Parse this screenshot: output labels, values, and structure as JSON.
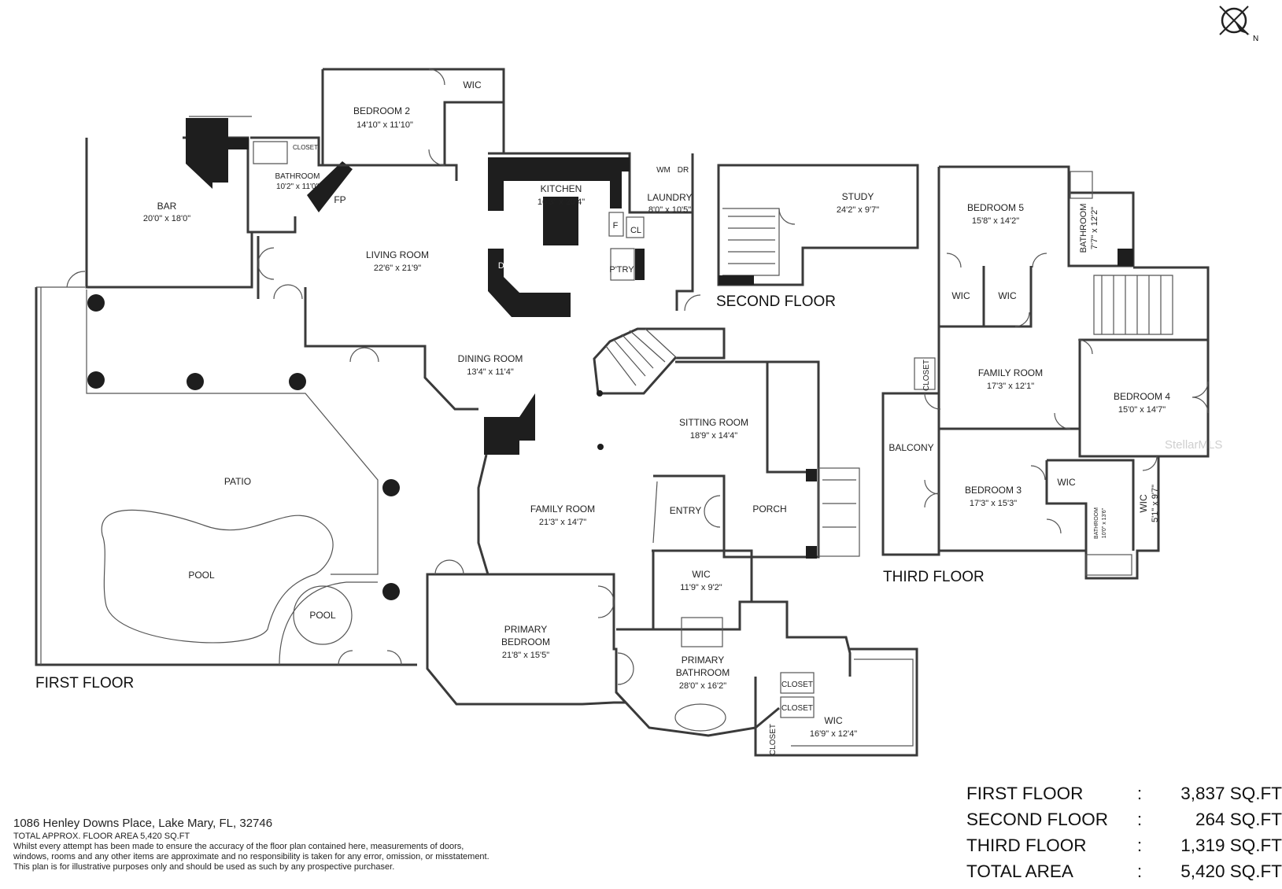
{
  "floors": {
    "first": "FIRST FLOOR",
    "second": "SECOND FLOOR",
    "third": "THIRD FLOOR"
  },
  "rooms": {
    "bedroom2": {
      "name": "BEDROOM 2",
      "dim": "14'10\" x 11'10\""
    },
    "wic_b2": {
      "name": "WIC"
    },
    "bar": {
      "name": "BAR",
      "dim": "20'0\" x 18'0\""
    },
    "bathroom1": {
      "name": "BATHROOM",
      "dim": "10'2\" x 11'0\""
    },
    "closet1": {
      "name": "CLOSET"
    },
    "fp": {
      "name": "FP"
    },
    "kitchen": {
      "name": "KITCHEN",
      "dim": "16'3\" x 20'4\""
    },
    "laundry": {
      "name": "LAUNDRY",
      "dim": "8'0\" x 10'5\""
    },
    "wm": {
      "name": "WM"
    },
    "dr": {
      "name": "DR"
    },
    "f": {
      "name": "F"
    },
    "cl": {
      "name": "CL"
    },
    "pantry": {
      "name": "P'TRY"
    },
    "dw": {
      "name": "DW"
    },
    "living": {
      "name": "LIVING ROOM",
      "dim": "22'6\" x 21'9\""
    },
    "dining": {
      "name": "DINING ROOM",
      "dim": "13'4\" x 11'4\""
    },
    "sitting": {
      "name": "SITTING ROOM",
      "dim": "18'9\" x 14'4\""
    },
    "family1": {
      "name": "FAMILY ROOM",
      "dim": "21'3\" x 14'7\""
    },
    "entry": {
      "name": "ENTRY"
    },
    "porch": {
      "name": "PORCH"
    },
    "patio": {
      "name": "PATIO"
    },
    "pool": {
      "name": "POOL"
    },
    "spa": {
      "name": "POOL"
    },
    "primary_bed": {
      "name1": "PRIMARY",
      "name2": "BEDROOM",
      "dim": "21'8\" x 15'5\""
    },
    "wic_primary": {
      "name": "WIC",
      "dim": "11'9\" x 9'2\""
    },
    "primary_bath": {
      "name1": "PRIMARY",
      "name2": "BATHROOM",
      "dim": "28'0\" x 16'2\""
    },
    "closet_a": {
      "name": "CLOSET"
    },
    "closet_b": {
      "name": "CLOSET"
    },
    "closet_c": {
      "name": "CLOSET"
    },
    "wic_big": {
      "name": "WIC",
      "dim": "16'9\" x 12'4\""
    },
    "study": {
      "name": "STUDY",
      "dim": "24'2\" x 9'7\""
    },
    "bedroom5": {
      "name": "BEDROOM 5",
      "dim": "15'8\" x 14'2\""
    },
    "bathroom3": {
      "name": "BATHROOM",
      "dim": "7'7\" x 12'2\""
    },
    "wic_t1": {
      "name": "WIC"
    },
    "wic_t2": {
      "name": "WIC"
    },
    "closet_t": {
      "name": "CLOSET"
    },
    "family3": {
      "name": "FAMILY ROOM",
      "dim": "17'3\" x 12'1\""
    },
    "bedroom4": {
      "name": "BEDROOM 4",
      "dim": "15'0\" x 14'7\""
    },
    "balcony": {
      "name": "BALCONY"
    },
    "bedroom3": {
      "name": "BEDROOM 3",
      "dim": "17'3\" x 15'3\""
    },
    "wic_t3": {
      "name": "WIC"
    },
    "wic_t4": {
      "name": "WIC",
      "dim": "5'1\" x 9'7\""
    },
    "bathroom4": {
      "name": "BATHROOM",
      "dim": "10'0\" x 13'6\""
    }
  },
  "compass": {
    "north": "N"
  },
  "watermark": "StellarMLS",
  "area_table": [
    {
      "label": "FIRST FLOOR",
      "sep": ":",
      "value": "3,837 SQ.FT"
    },
    {
      "label": "SECOND FLOOR",
      "sep": ":",
      "value": "264 SQ.FT"
    },
    {
      "label": "THIRD FLOOR",
      "sep": ":",
      "value": "1,319 SQ.FT"
    },
    {
      "label": "TOTAL AREA",
      "sep": ":",
      "value": "5,420 SQ.FT"
    }
  ],
  "footer": {
    "address": "1086 Henley Downs Place, Lake Mary, FL, 32746",
    "total": "TOTAL APPROX. FLOOR AREA 5,420 SQ.FT",
    "disclaimer1": "Whilst every attempt has been made to ensure the accuracy of the floor plan contained here, measurements of doors,",
    "disclaimer2": "windows, rooms and any other items are approximate and no responsibility is taken for any error, omission, or misstatement.",
    "disclaimer3": "This plan is for illustrative purposes only and should be used as such by any prospective purchaser."
  }
}
